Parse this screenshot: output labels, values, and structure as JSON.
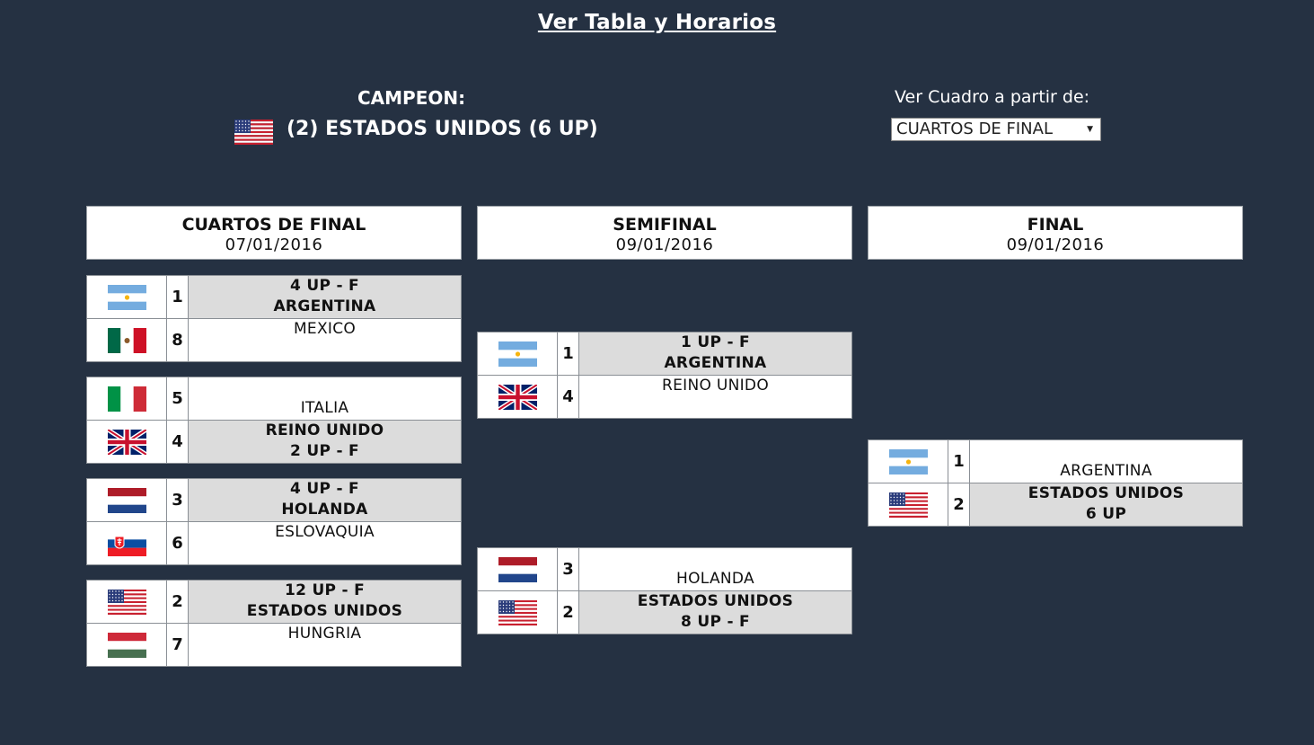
{
  "header": {
    "link": "Ver Tabla y Horarios"
  },
  "champion": {
    "label": "CAMPEON:",
    "flag": "usa-flag",
    "name": "(2) ESTADOS UNIDOS (6 UP)"
  },
  "view": {
    "label": "Ver Cuadro a partir de:",
    "selected": "CUARTOS DE FINAL"
  },
  "rounds": [
    {
      "name": "CUARTOS DE FINAL",
      "date": "07/01/2016"
    },
    {
      "name": "SEMIFINAL",
      "date": "09/01/2016"
    },
    {
      "name": "FINAL",
      "date": "09/01/2016"
    }
  ],
  "matches": [
    {
      "top": {
        "flag": "argentina-flag",
        "seed": "1",
        "line1": "4 UP - F",
        "line2": "ARGENTINA",
        "winner": true
      },
      "bottom": {
        "flag": "mexico-flag",
        "seed": "8",
        "line1": "MEXICO",
        "line2": "",
        "winner": false
      }
    },
    {
      "top": {
        "flag": "italy-flag",
        "seed": "5",
        "line1": "",
        "line2": "ITALIA",
        "winner": false
      },
      "bottom": {
        "flag": "uk-flag",
        "seed": "4",
        "line1": "REINO UNIDO",
        "line2": "2 UP - F",
        "winner": true
      }
    },
    {
      "top": {
        "flag": "netherlands-flag",
        "seed": "3",
        "line1": "4 UP - F",
        "line2": "HOLANDA",
        "winner": true
      },
      "bottom": {
        "flag": "slovakia-flag",
        "seed": "6",
        "line1": "ESLOVAQUIA",
        "line2": "",
        "winner": false
      }
    },
    {
      "top": {
        "flag": "usa-flag",
        "seed": "2",
        "line1": "12 UP - F",
        "line2": "ESTADOS UNIDOS",
        "winner": true
      },
      "bottom": {
        "flag": "hungary-flag",
        "seed": "7",
        "line1": "HUNGRIA",
        "line2": "",
        "winner": false
      }
    },
    {
      "top": {
        "flag": "argentina-flag",
        "seed": "1",
        "line1": "1 UP - F",
        "line2": "ARGENTINA",
        "winner": true
      },
      "bottom": {
        "flag": "uk-flag",
        "seed": "4",
        "line1": "REINO UNIDO",
        "line2": "",
        "winner": false
      }
    },
    {
      "top": {
        "flag": "netherlands-flag",
        "seed": "3",
        "line1": "",
        "line2": "HOLANDA",
        "winner": false
      },
      "bottom": {
        "flag": "usa-flag",
        "seed": "2",
        "line1": "ESTADOS UNIDOS",
        "line2": "8 UP - F",
        "winner": true
      }
    },
    {
      "top": {
        "flag": "argentina-flag",
        "seed": "1",
        "line1": "",
        "line2": "ARGENTINA",
        "winner": false
      },
      "bottom": {
        "flag": "usa-flag",
        "seed": "2",
        "line1": "ESTADOS UNIDOS",
        "line2": "6 UP",
        "winner": true
      }
    }
  ]
}
